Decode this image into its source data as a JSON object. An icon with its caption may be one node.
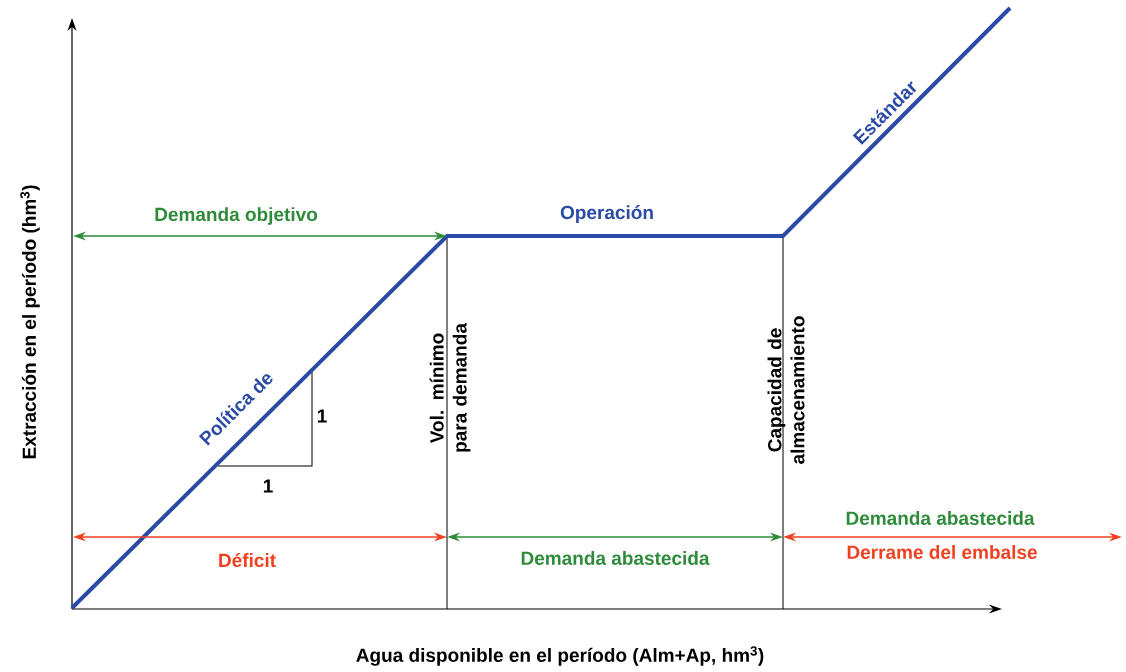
{
  "diagram": {
    "labels": [
      "Estándar",
      "Demanda objetivo",
      "Operación",
      "Extracción en el período (hm$^{3}$)",
      "Vol. mínimo para demanda",
      "Capacidad de almacenamiento",
      "Política de",
      "1",
      "1",
      "Demanda abastecida",
      "Déficit",
      "Demanda abastecida",
      "Derrame del embalse",
      "Agua disponible en el período (Alm+Ap, hm$^{3}$)"
    ]
  }
}
